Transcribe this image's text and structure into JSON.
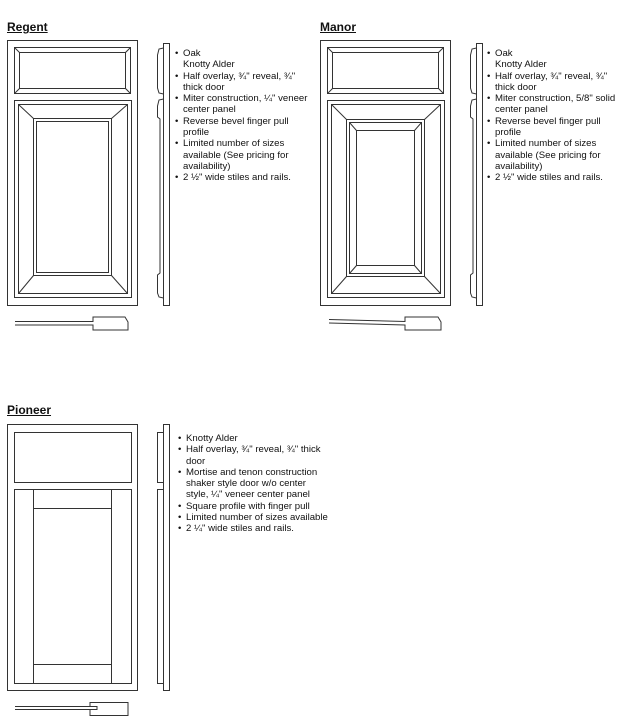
{
  "doors": [
    {
      "name": "Regent",
      "features": [
        "Oak",
        "Knotty Alder",
        "Half overlay, ¾\" reveal, ¾\" thick door",
        "Miter construction, ¼\" veneer center panel",
        "Reverse bevel finger pull profile",
        "Limited number of sizes available (See pricing for availability)",
        " 2 ½\" wide stiles and rails."
      ]
    },
    {
      "name": "Manor",
      "features": [
        "Oak",
        "Knotty Alder",
        "Half overlay, ¾\" reveal, ¾\" thick door",
        "Miter construction, 5/8\" solid center panel",
        "Reverse bevel finger pull profile",
        "Limited number of sizes available (See pricing for availability)",
        " 2 ½\" wide stiles and rails."
      ]
    },
    {
      "name": "Pioneer",
      "features": [
        "Knotty Alder",
        "Half overlay, ¾\" reveal, ¾\" thick door",
        "Mortise and tenon construction shaker style door w/o center style, ¼\" veneer center panel",
        "Square profile with finger pull",
        "Limited number of sizes available",
        " 2 ¼\" wide stiles and rails."
      ]
    }
  ]
}
